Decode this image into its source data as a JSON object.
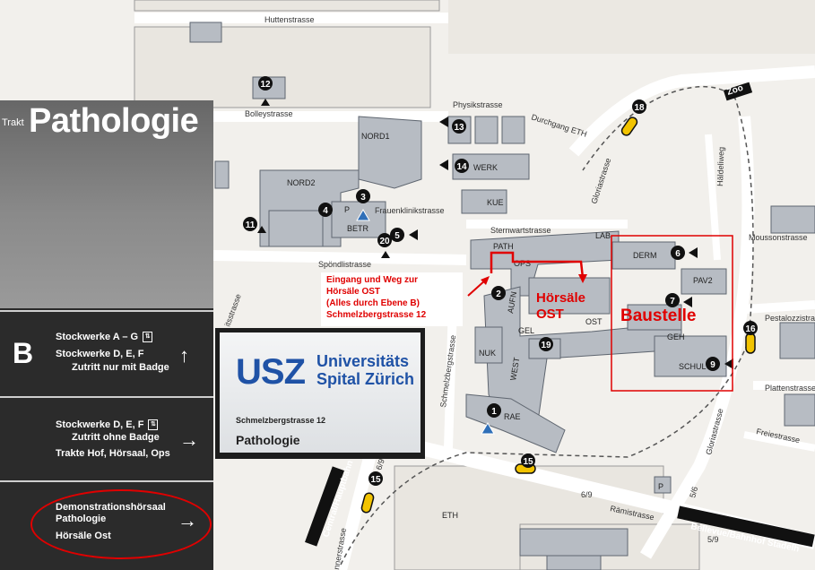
{
  "map": {
    "streets": {
      "huttenstrasse": "Huttenstrasse",
      "bolleystrasse": "Bolleystrasse",
      "physikstrasse": "Physikstrasse",
      "durchgang": "Durchgang ETH",
      "frauenklinikstrasse": "Frauenklinikstrasse",
      "spoendlistrasse": "Spöndlistrasse",
      "sternwartstrasse": "Sternwartstrasse",
      "gloriastrasse": "Gloriastrasse",
      "gloriastrasse2": "Gloriastrasse",
      "haldeliweg": "Häldeliweg",
      "moussonstrasse": "Moussonstrasse",
      "pestalozzistrasse": "Pestalozzistrasse",
      "plattenstrasse": "Plattenstrasse",
      "freiestrasse": "Freiestrasse",
      "raemistrasse": "Rämistrasse",
      "schmelzbergstrasse": "Schmelzbergstrasse",
      "schmelzbergstrasse2": "nnerstrasse",
      "sonneggstrasse": "itsstrasse",
      "central": "Central/Hauptbahn",
      "bellevue": "Bellevue/Bahnhof Stadelh",
      "zoo": "Zoo"
    },
    "buildings": {
      "nord1": "NORD1",
      "nord2": "NORD2",
      "betr": "BETR",
      "werk": "WERK",
      "kue": "KUE",
      "path": "PATH",
      "ops": "OPS",
      "lab": "LAB",
      "derm": "DERM",
      "pav2": "PAV2",
      "geh": "GEH",
      "schul": "SCHUL",
      "aufn": "AUFN",
      "nuk": "NUK",
      "west": "WEST",
      "gel": "GEL",
      "ost": "OST",
      "rae": "RAE",
      "eth": "ETH",
      "p1": "P",
      "p2": "P"
    },
    "markers": [
      "1",
      "2",
      "3",
      "4",
      "5",
      "6",
      "7",
      "9",
      "11",
      "12",
      "13",
      "14",
      "15",
      "15",
      "16",
      "18",
      "19",
      "20"
    ],
    "route_sign_nums": {
      "a": "6/9",
      "b": "5/6",
      "c": "5/9",
      "d": "6/9"
    },
    "annotations": {
      "hoersaele": "Hörsäle\nOST",
      "hoersaele_l1": "Hörsäle",
      "hoersaele_l2": "OST",
      "baustelle": "Baustelle"
    },
    "colors": {
      "background": "#f2f0ec",
      "building": "#b7bcc3",
      "highlight_red": "#e00000",
      "tram_yellow": "#f2c300",
      "marker_black": "#111111"
    }
  },
  "entry_note": {
    "line1": "Eingang und Weg zur",
    "line2": "Hörsäle OST",
    "line3": "(Alles durch Ebene B)",
    "line4": "Schmelzbergstrasse 12"
  },
  "sign": {
    "trakt_label": "Trakt",
    "title": "Pathologie",
    "level_letter": "B",
    "panel1": {
      "line1": "Stockwerke A – G",
      "line2": "Stockwerke D, E, F",
      "line3": "Zutritt nur mit Badge",
      "arrow": "↑"
    },
    "panel2": {
      "line1": "Stockwerke D, E, F",
      "line2": "Zutritt ohne Badge",
      "line3": "Trakte Hof, Hörsaal, Ops",
      "arrow": "→"
    },
    "panel3": {
      "line1": "Demonstrationshörsaal",
      "line2": "Pathologie",
      "line3": "Hörsäle Ost",
      "arrow": "→"
    },
    "lift_glyph": "⇅"
  },
  "usz_card": {
    "logo": "USZ",
    "name_line1": "Universitäts",
    "name_line2": "Spital Zürich",
    "address": "Schmelzbergstrasse 12",
    "department": "Pathologie"
  }
}
